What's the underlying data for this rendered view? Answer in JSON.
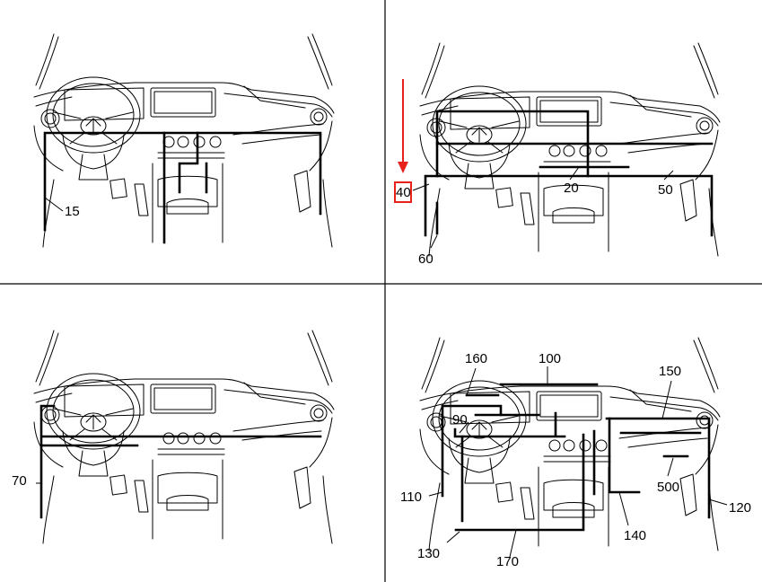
{
  "panels": [
    {
      "id": "top-left",
      "labels": [
        "15"
      ]
    },
    {
      "id": "top-right",
      "labels": [
        "40",
        "20",
        "50",
        "60"
      ],
      "highlighted_label": "40"
    },
    {
      "id": "bottom-left",
      "labels": [
        "70"
      ]
    },
    {
      "id": "bottom-right",
      "labels": [
        "160",
        "100",
        "150",
        "90",
        "110",
        "500",
        "120",
        "130",
        "140",
        "170"
      ]
    }
  ],
  "highlight": {
    "arrow_color": "#e8221b",
    "box_color": "#e8221b"
  }
}
